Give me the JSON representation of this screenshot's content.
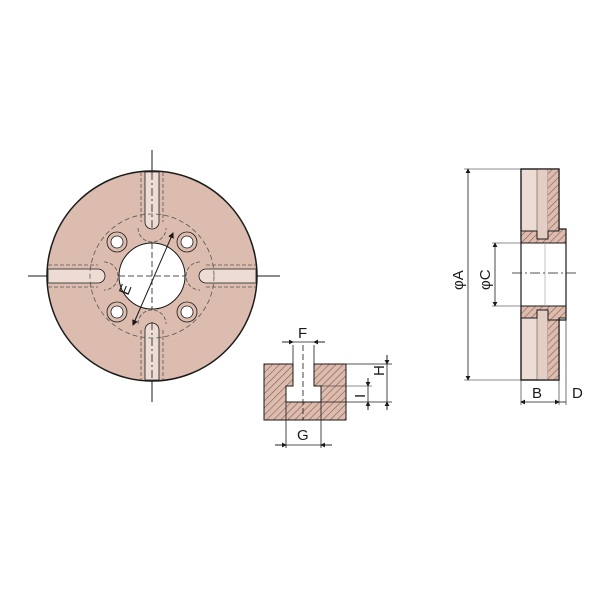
{
  "diagram": {
    "type": "technical-drawing",
    "subject": "flange / mounting plate with T-slots",
    "colors": {
      "body_fill": "#dcbcae",
      "light_fill": "#ecdcd4",
      "outline": "#1a1a1a",
      "hatch": "#8a5a4a",
      "background": "#ffffff"
    },
    "views": {
      "front": {
        "name": "front-view",
        "dimension_labels": [
          "E"
        ]
      },
      "slot_section": {
        "name": "slot-section-view",
        "dimension_labels": [
          "F",
          "G",
          "H",
          "I"
        ]
      },
      "side_section": {
        "name": "side-section-view",
        "dimension_labels": [
          "φA",
          "φC",
          "B",
          "D"
        ]
      }
    },
    "labels": {
      "E": "E",
      "F": "F",
      "G": "G",
      "H": "H",
      "I": "I",
      "A": "φA",
      "C": "φC",
      "B": "B",
      "D": "D"
    }
  }
}
